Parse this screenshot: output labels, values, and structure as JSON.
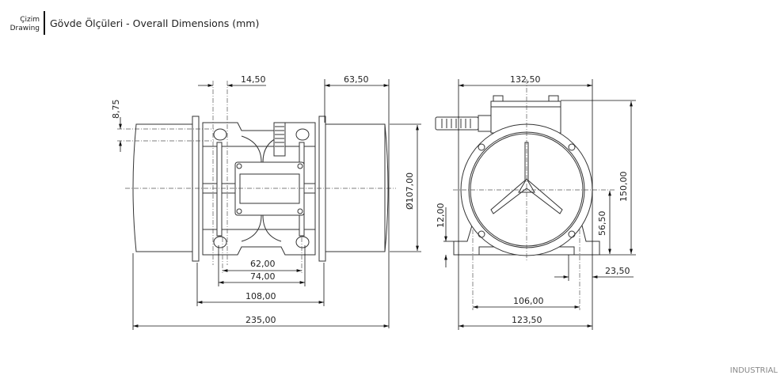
{
  "header": {
    "label_tr": "Çizim",
    "label_en": "Drawing",
    "title": "Gövde Ölçüleri - Overall Dimensions (mm)"
  },
  "side_view": {
    "dims": {
      "bolt_offset": "14,50",
      "end_length": "63,50",
      "diameter": "Ø107,00",
      "bolt_vertical": "8,75",
      "inner_62": "62,00",
      "inner_74": "74,00",
      "flange_108": "108,00",
      "overall_235": "235,00"
    }
  },
  "front_view": {
    "dims": {
      "width": "132,50",
      "height": "150,00",
      "center_height": "56,50",
      "foot_height": "12,00",
      "foot_width": "23,50",
      "bolt_spacing": "106,00",
      "base_width": "123,50"
    }
  },
  "footer": {
    "brand": "INDUSTRIAL"
  }
}
